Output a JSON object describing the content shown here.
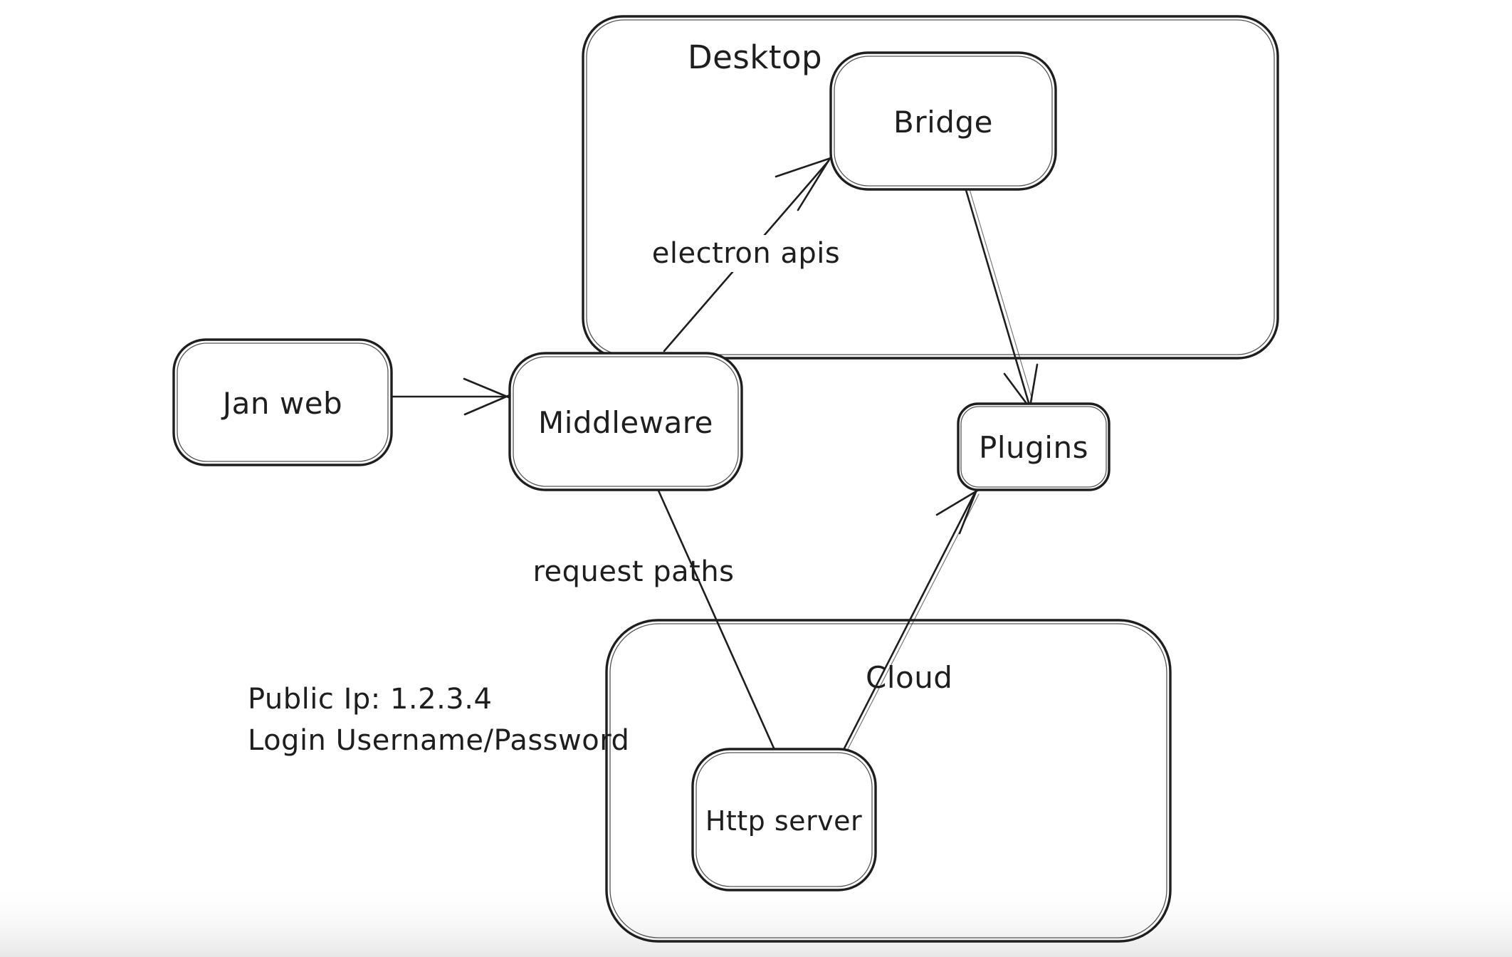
{
  "canvas": {
    "background": "#ffffff",
    "ink_color": "#1e1e1e",
    "footer_fade_color": "#e7e7e7"
  },
  "containers": {
    "desktop": {
      "label": "Desktop"
    },
    "cloud": {
      "label": "Cloud"
    }
  },
  "nodes": {
    "jan_web": {
      "label": "Jan web"
    },
    "middleware": {
      "label": "Middleware"
    },
    "bridge": {
      "label": "Bridge"
    },
    "plugins": {
      "label": "Plugins"
    },
    "http_server": {
      "label": "Http server"
    }
  },
  "arrows": {
    "jan_web_to_middleware": {
      "from": "Jan web",
      "to": "Middleware",
      "label": ""
    },
    "middleware_to_bridge": {
      "from": "Middleware",
      "to": "Bridge",
      "label": "electron apis"
    },
    "bridge_to_plugins": {
      "from": "Bridge",
      "to": "Plugins",
      "label": ""
    },
    "middleware_to_http_server": {
      "from": "Middleware",
      "to": "Http server",
      "label": "request paths"
    },
    "http_server_to_plugins": {
      "from": "Http server",
      "to": "Plugins",
      "label": ""
    }
  },
  "notes": {
    "public_ip": "Public Ip: 1.2.3.4",
    "login": "Login Username/Password"
  }
}
